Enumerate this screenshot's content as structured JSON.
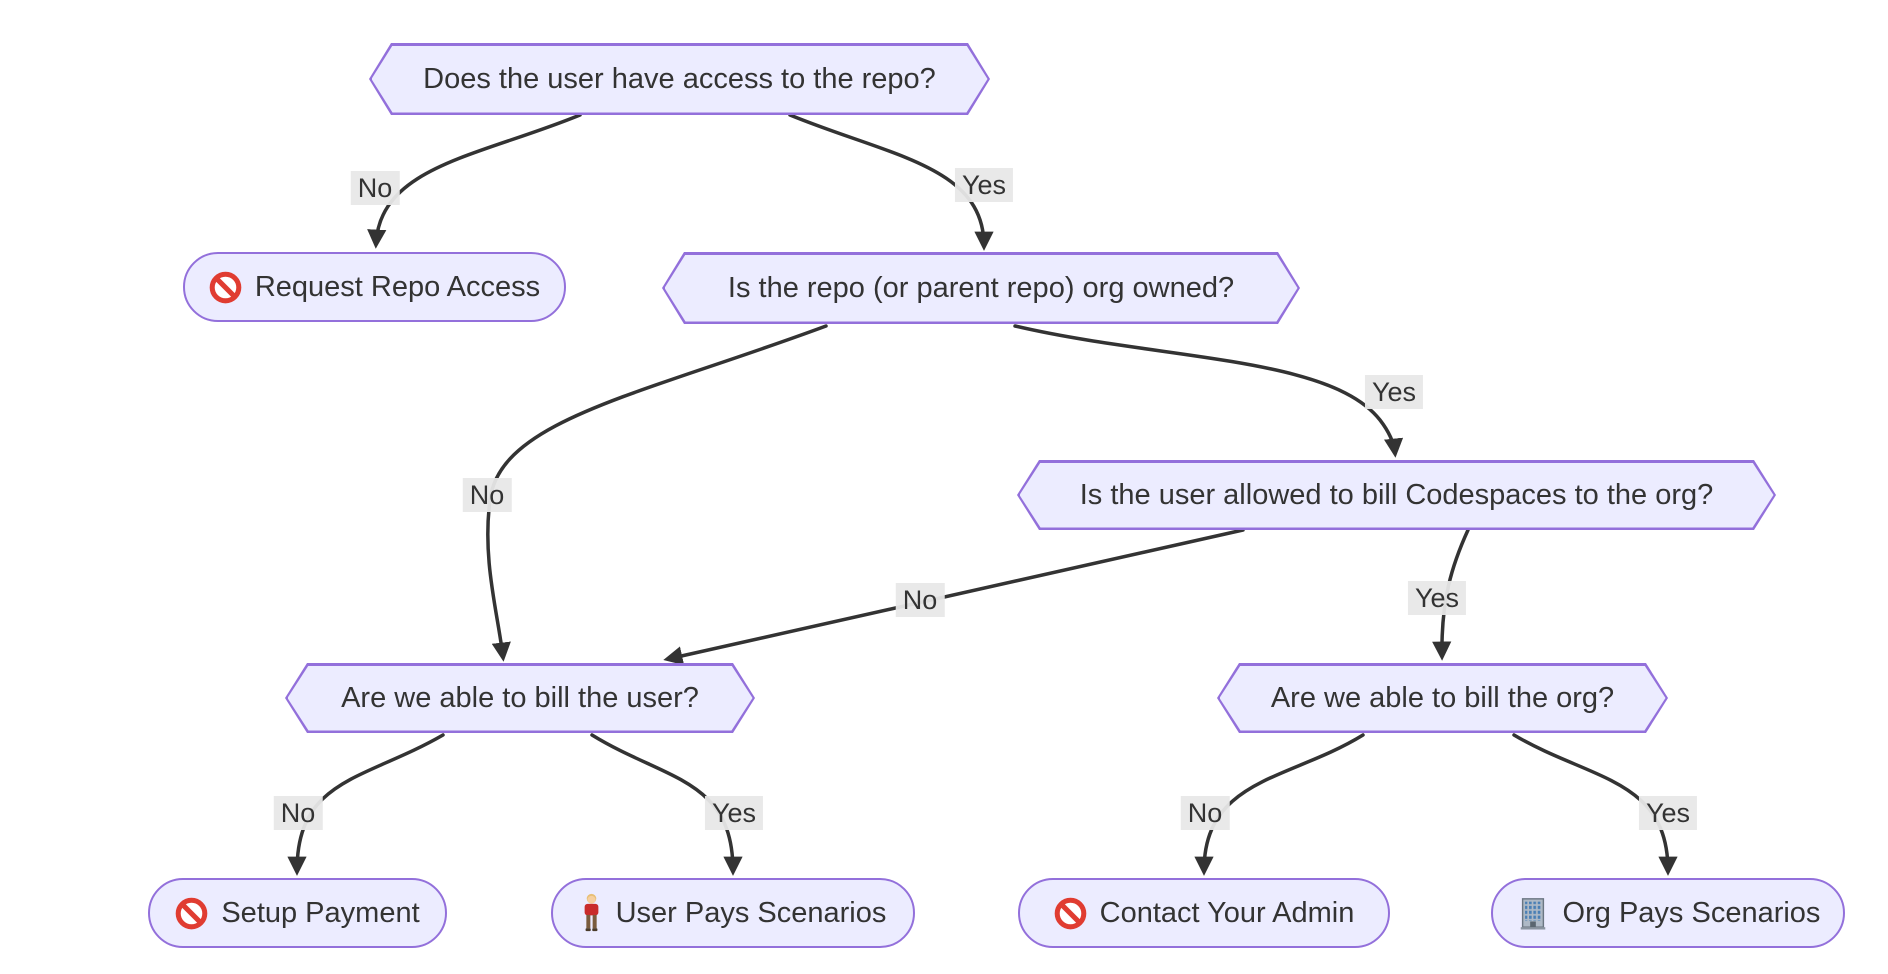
{
  "diagram": {
    "type": "flowchart",
    "background": "#ffffff",
    "colors": {
      "node_fill": "#ECECFF",
      "node_border": "#9370DB",
      "edge_stroke": "#333333",
      "edge_label_bg": "#e8e8e8",
      "text": "#333333",
      "no_entry_red": "#e03c31"
    },
    "nodes": {
      "access": {
        "shape": "hexagon",
        "label": "Does the user have access to the repo?"
      },
      "request_access": {
        "shape": "stadium",
        "icon": "no-entry-icon",
        "label": "Request Repo Access"
      },
      "org_owned": {
        "shape": "hexagon",
        "label": "Is the repo (or parent repo) org owned?"
      },
      "allowed_bill": {
        "shape": "hexagon",
        "label": "Is the user allowed to bill Codespaces to the org?"
      },
      "bill_user": {
        "shape": "hexagon",
        "label": "Are we able to bill the user?"
      },
      "bill_org": {
        "shape": "hexagon",
        "label": "Are we able to bill the org?"
      },
      "setup_payment": {
        "shape": "stadium",
        "icon": "no-entry-icon",
        "label": "Setup Payment"
      },
      "user_pays": {
        "shape": "stadium",
        "icon": "person-icon",
        "label": "User Pays Scenarios"
      },
      "contact_admin": {
        "shape": "stadium",
        "icon": "no-entry-icon",
        "label": "Contact Your Admin"
      },
      "org_pays": {
        "shape": "stadium",
        "icon": "office-building-icon",
        "label": "Org Pays Scenarios"
      }
    },
    "edges": {
      "access_no": {
        "from": "access",
        "to": "request_access",
        "label": "No"
      },
      "access_yes": {
        "from": "access",
        "to": "org_owned",
        "label": "Yes"
      },
      "org_owned_no": {
        "from": "org_owned",
        "to": "bill_user",
        "label": "No"
      },
      "org_owned_yes": {
        "from": "org_owned",
        "to": "allowed_bill",
        "label": "Yes"
      },
      "allowed_no": {
        "from": "allowed_bill",
        "to": "bill_user",
        "label": "No"
      },
      "allowed_yes": {
        "from": "allowed_bill",
        "to": "bill_org",
        "label": "Yes"
      },
      "bill_user_no": {
        "from": "bill_user",
        "to": "setup_payment",
        "label": "No"
      },
      "bill_user_yes": {
        "from": "bill_user",
        "to": "user_pays",
        "label": "Yes"
      },
      "bill_org_no": {
        "from": "bill_org",
        "to": "contact_admin",
        "label": "No"
      },
      "bill_org_yes": {
        "from": "bill_org",
        "to": "org_pays",
        "label": "Yes"
      }
    }
  }
}
